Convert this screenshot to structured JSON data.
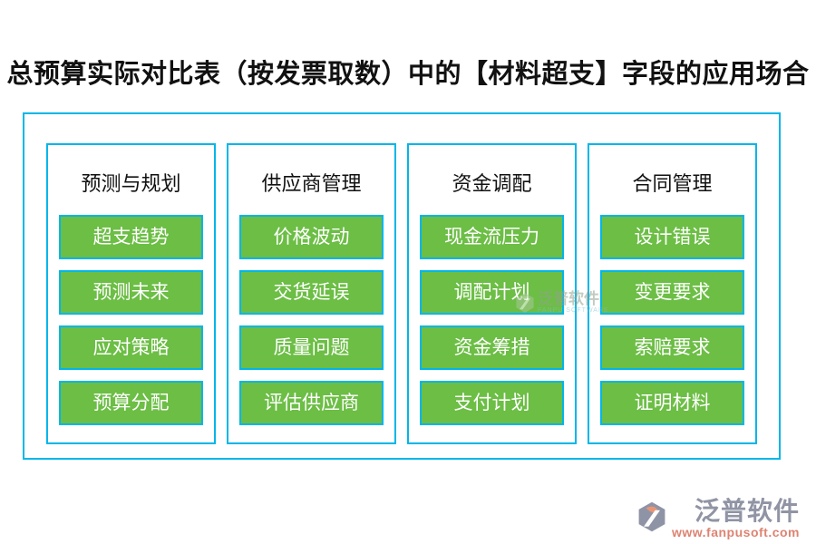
{
  "title": "总预算实际对比表（按发票取数）中的【材料超支】字段的应用场合",
  "columns": [
    {
      "header": "预测与规划",
      "items": [
        "超支趋势",
        "预测未来",
        "应对策略",
        "预算分配"
      ]
    },
    {
      "header": "供应商管理",
      "items": [
        "价格波动",
        "交货延误",
        "质量问题",
        "评估供应商"
      ]
    },
    {
      "header": "资金调配",
      "items": [
        "现金流压力",
        "调配计划",
        "资金筹措",
        "支付计划"
      ]
    },
    {
      "header": "合同管理",
      "items": [
        "设计错误",
        "变更要求",
        "索赔要求",
        "证明材料"
      ]
    }
  ],
  "watermark": {
    "text": "泛普软件",
    "subtext": "FANPU SOFTWARE"
  },
  "footer": {
    "brand": "泛普软件",
    "url": "www.fanpusoft.com"
  },
  "colors": {
    "accent_cyan": "#00b6e8",
    "button_green": "#6cbe45",
    "brand_gray": "#9094a4",
    "brand_salmon": "#dd8372"
  }
}
